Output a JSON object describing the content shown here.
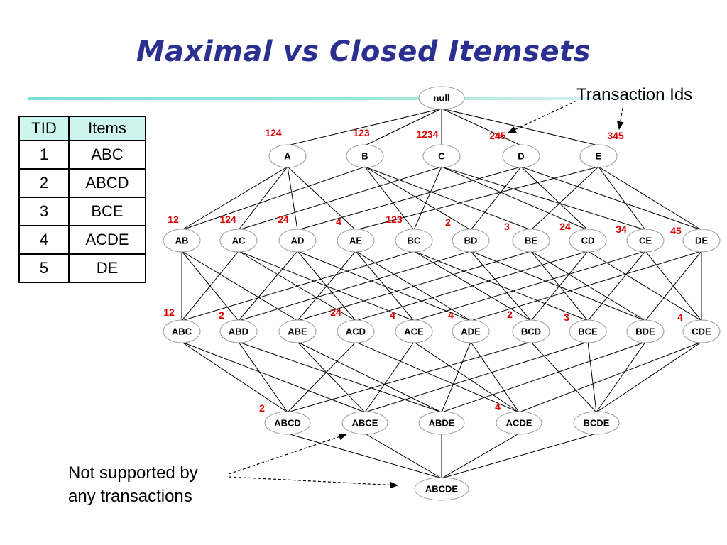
{
  "title": "Maximal vs Closed Itemsets",
  "colors": {
    "title": "#2b2f8f",
    "tid_label": "#dd0000",
    "node_border": "#999999",
    "edge": "#000000",
    "table_header_bg": "#cdf7ee"
  },
  "table": {
    "headers": [
      "TID",
      "Items"
    ],
    "rows": [
      [
        "1",
        "ABC"
      ],
      [
        "2",
        "ABCD"
      ],
      [
        "3",
        "BCE"
      ],
      [
        "4",
        "ACDE"
      ],
      [
        "5",
        "DE"
      ]
    ]
  },
  "annotations": {
    "transaction_ids": "Transaction Ids",
    "not_supported": [
      "Not supported by",
      "any transactions"
    ]
  },
  "lattice": {
    "levels": [
      [
        {
          "id": "null",
          "label": "null",
          "tids": ""
        }
      ],
      [
        {
          "id": "A",
          "label": "A",
          "tids": "124"
        },
        {
          "id": "B",
          "label": "B",
          "tids": "123"
        },
        {
          "id": "C",
          "label": "C",
          "tids": "1234"
        },
        {
          "id": "D",
          "label": "D",
          "tids": "245"
        },
        {
          "id": "E",
          "label": "E",
          "tids": "345"
        }
      ],
      [
        {
          "id": "AB",
          "label": "AB",
          "tids": "12"
        },
        {
          "id": "AC",
          "label": "AC",
          "tids": "124"
        },
        {
          "id": "AD",
          "label": "AD",
          "tids": "24"
        },
        {
          "id": "AE",
          "label": "AE",
          "tids": "4"
        },
        {
          "id": "BC",
          "label": "BC",
          "tids": "123"
        },
        {
          "id": "BD",
          "label": "BD",
          "tids": "2"
        },
        {
          "id": "BE",
          "label": "BE",
          "tids": "3"
        },
        {
          "id": "CD",
          "label": "CD",
          "tids": "24"
        },
        {
          "id": "CE",
          "label": "CE",
          "tids": "34"
        },
        {
          "id": "DE",
          "label": "DE",
          "tids": "45"
        }
      ],
      [
        {
          "id": "ABC",
          "label": "ABC",
          "tids": "12"
        },
        {
          "id": "ABD",
          "label": "ABD",
          "tids": "2"
        },
        {
          "id": "ABE",
          "label": "ABE",
          "tids": ""
        },
        {
          "id": "ACD",
          "label": "ACD",
          "tids": "24"
        },
        {
          "id": "ACE",
          "label": "ACE",
          "tids": "4"
        },
        {
          "id": "ADE",
          "label": "ADE",
          "tids": "4"
        },
        {
          "id": "BCD",
          "label": "BCD",
          "tids": "2"
        },
        {
          "id": "BCE",
          "label": "BCE",
          "tids": "3"
        },
        {
          "id": "BDE",
          "label": "BDE",
          "tids": ""
        },
        {
          "id": "CDE",
          "label": "CDE",
          "tids": "4"
        }
      ],
      [
        {
          "id": "ABCD",
          "label": "ABCD",
          "tids": "2"
        },
        {
          "id": "ABCE",
          "label": "ABCE",
          "tids": ""
        },
        {
          "id": "ABDE",
          "label": "ABDE",
          "tids": ""
        },
        {
          "id": "ACDE",
          "label": "ACDE",
          "tids": "4"
        },
        {
          "id": "BCDE",
          "label": "BCDE",
          "tids": ""
        }
      ],
      [
        {
          "id": "ABCDE",
          "label": "ABCDE",
          "tids": ""
        }
      ]
    ]
  }
}
